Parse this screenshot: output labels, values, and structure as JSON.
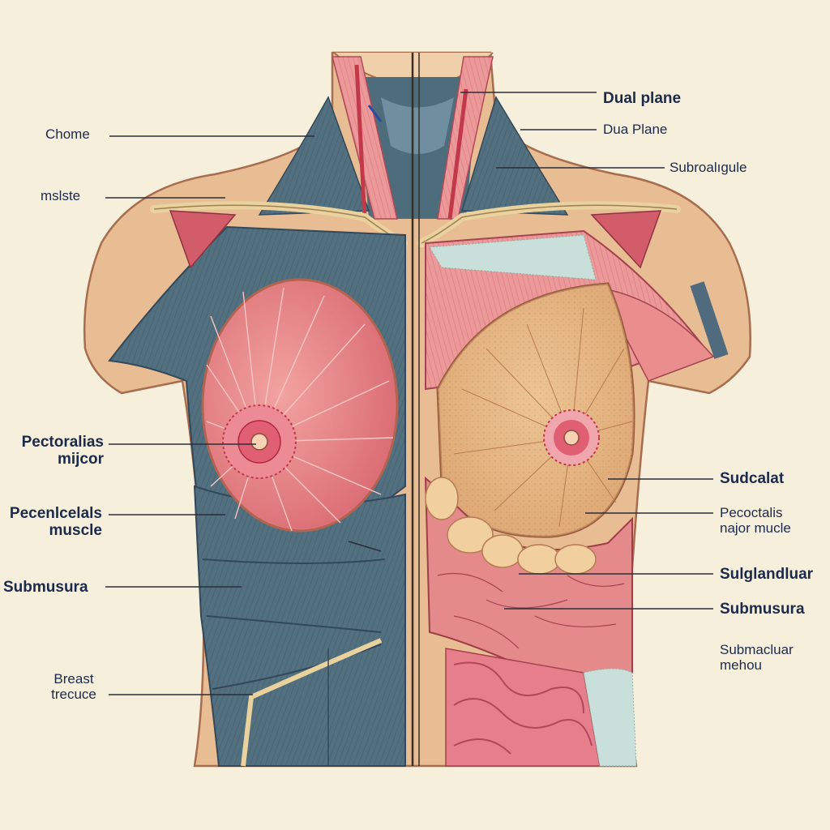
{
  "labels_left": {
    "chome": "Chome",
    "mslste": "mslste",
    "pectoralias_l1": "Pectoralias",
    "pectoralias_l2": "mijcor",
    "pecencelals_l1": "Pecenlcelals",
    "pecencelals_l2": "muscle",
    "submusura": "Submusura",
    "breast_l1": "Breast",
    "breast_l2": "trecuce"
  },
  "labels_right": {
    "dual_plane_bold": "Dual plane",
    "dual_plane": "Dua Plane",
    "subclavicle": "Subroalıgule",
    "sudcalat": "Sudcalat",
    "pecoctalis_l1": "Pecoctalis",
    "pecoctalis_l2": "najor mucle",
    "sulglandular": "Sulglandluar",
    "submusura_right": "Submusura",
    "submaclar_l1": "Submacluar",
    "submaclar_l2": "mehou"
  },
  "colors": {
    "background": "#f6efdc",
    "skin": "#e9bf95",
    "muscle_blue": "#4f6b7d",
    "muscle_pink": "#e98d8d",
    "breast_tissue": "#e3b484",
    "artery_red": "#c23a4a",
    "label_text": "#1c2a4a",
    "leader_line": "#2a2f3a"
  }
}
